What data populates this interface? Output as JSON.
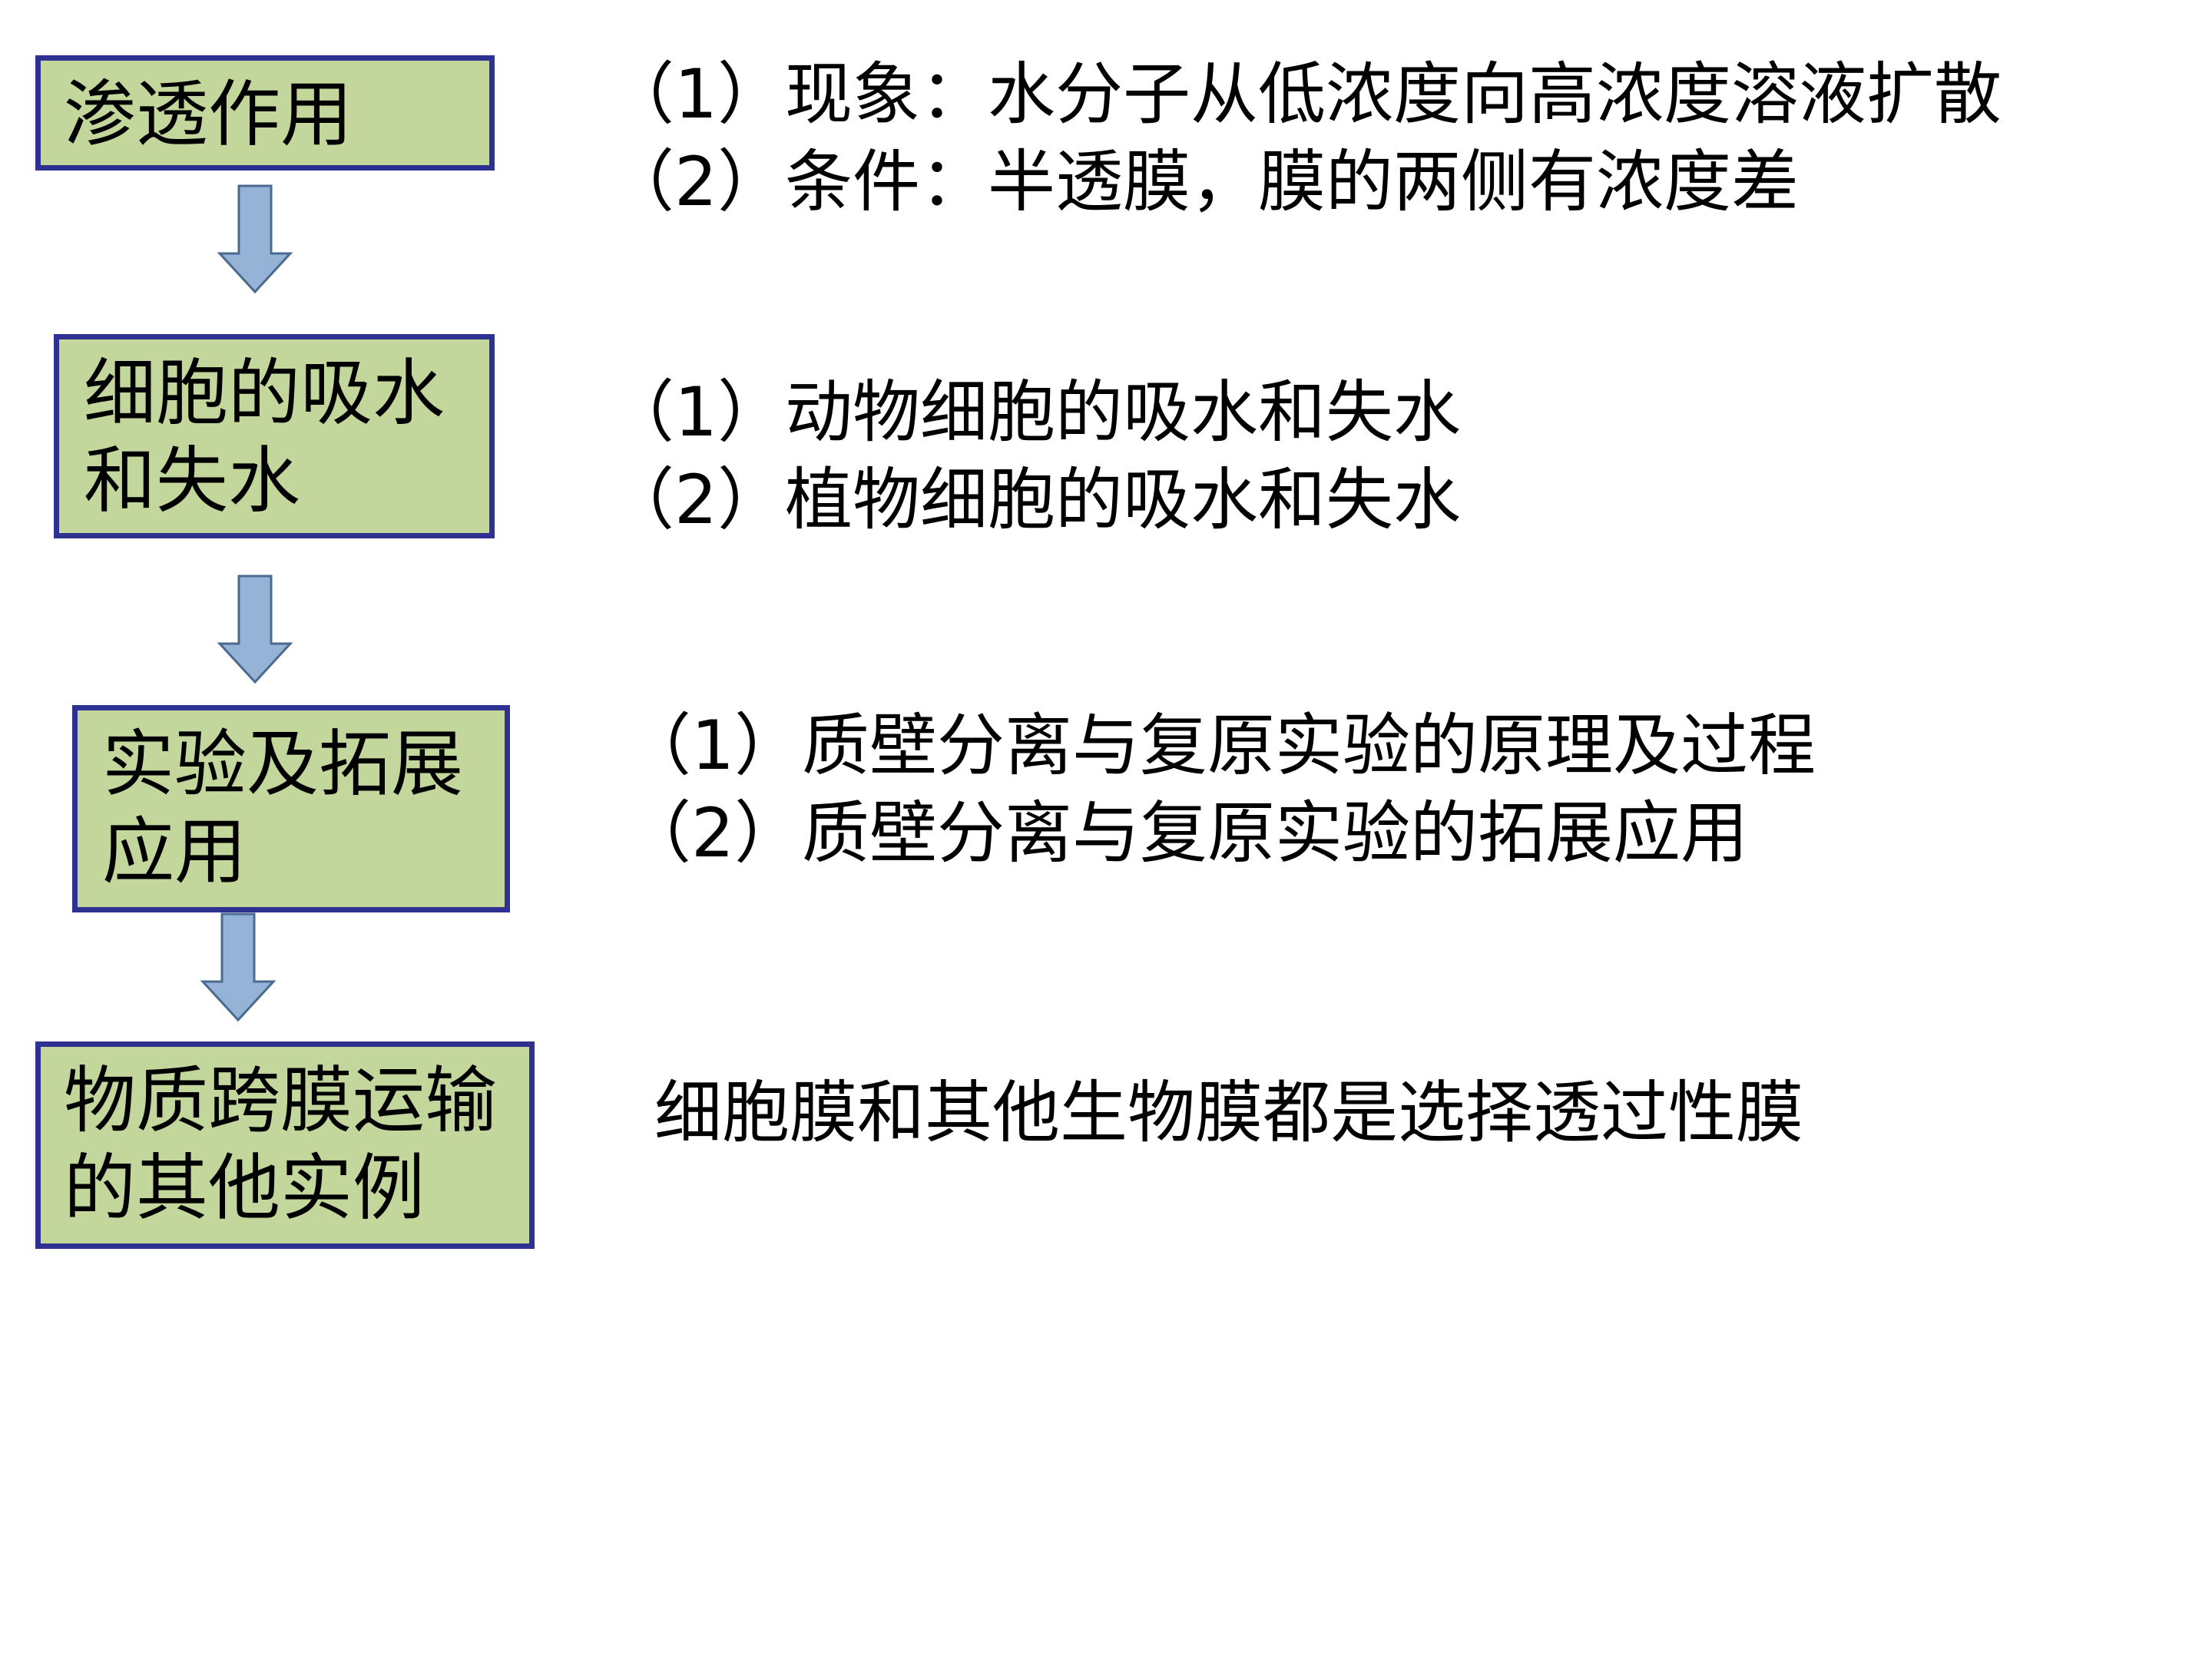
{
  "flow": {
    "steps": [
      {
        "title": "渗透作用",
        "details": [
          "（1）现象：水分子从低浓度向高浓度溶液扩散",
          "（2）条件：半透膜，膜的两侧有浓度差"
        ]
      },
      {
        "title": "细胞的吸水\n和失水",
        "details": [
          "（1）动物细胞的吸水和失水",
          "（2）植物细胞的吸水和失水"
        ]
      },
      {
        "title": "实验及拓展\n应用",
        "details": [
          "（1）质壁分离与复原实验的原理及过程",
          "（2）质壁分离与复原实验的拓展应用"
        ]
      },
      {
        "title": "物质跨膜运输\n的其他实例",
        "details": [
          "细胞膜和其他生物膜都是选择透过性膜"
        ]
      }
    ]
  },
  "colors": {
    "box_fill": "#c3d69b",
    "box_border": "#2e3192",
    "arrow_fill": "#95b3d7",
    "arrow_stroke": "#4a6a8f"
  },
  "icons": {
    "connector": "down-arrow-icon"
  }
}
